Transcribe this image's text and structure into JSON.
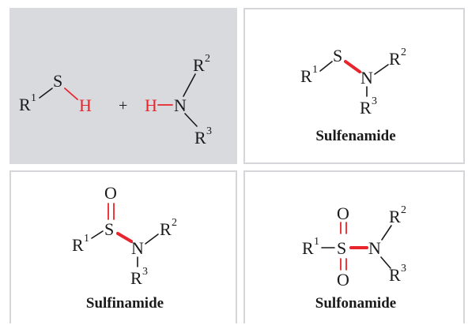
{
  "atoms": {
    "r": "R",
    "s": "S",
    "h": "H",
    "n": "N",
    "o": "O",
    "sup1": "1",
    "sup2": "2",
    "sup3": "3",
    "plus": "+"
  },
  "labels": {
    "sulfenamide": "Sulfenamide",
    "sulfinamide": "Sulfinamide",
    "sulfonamide": "Sulfonamide"
  },
  "colors": {
    "highlight": "#e8242c",
    "reactant_bg": "#d8dadd",
    "panel_border": "#d4d6d9",
    "ink": "#1a1a1a"
  }
}
